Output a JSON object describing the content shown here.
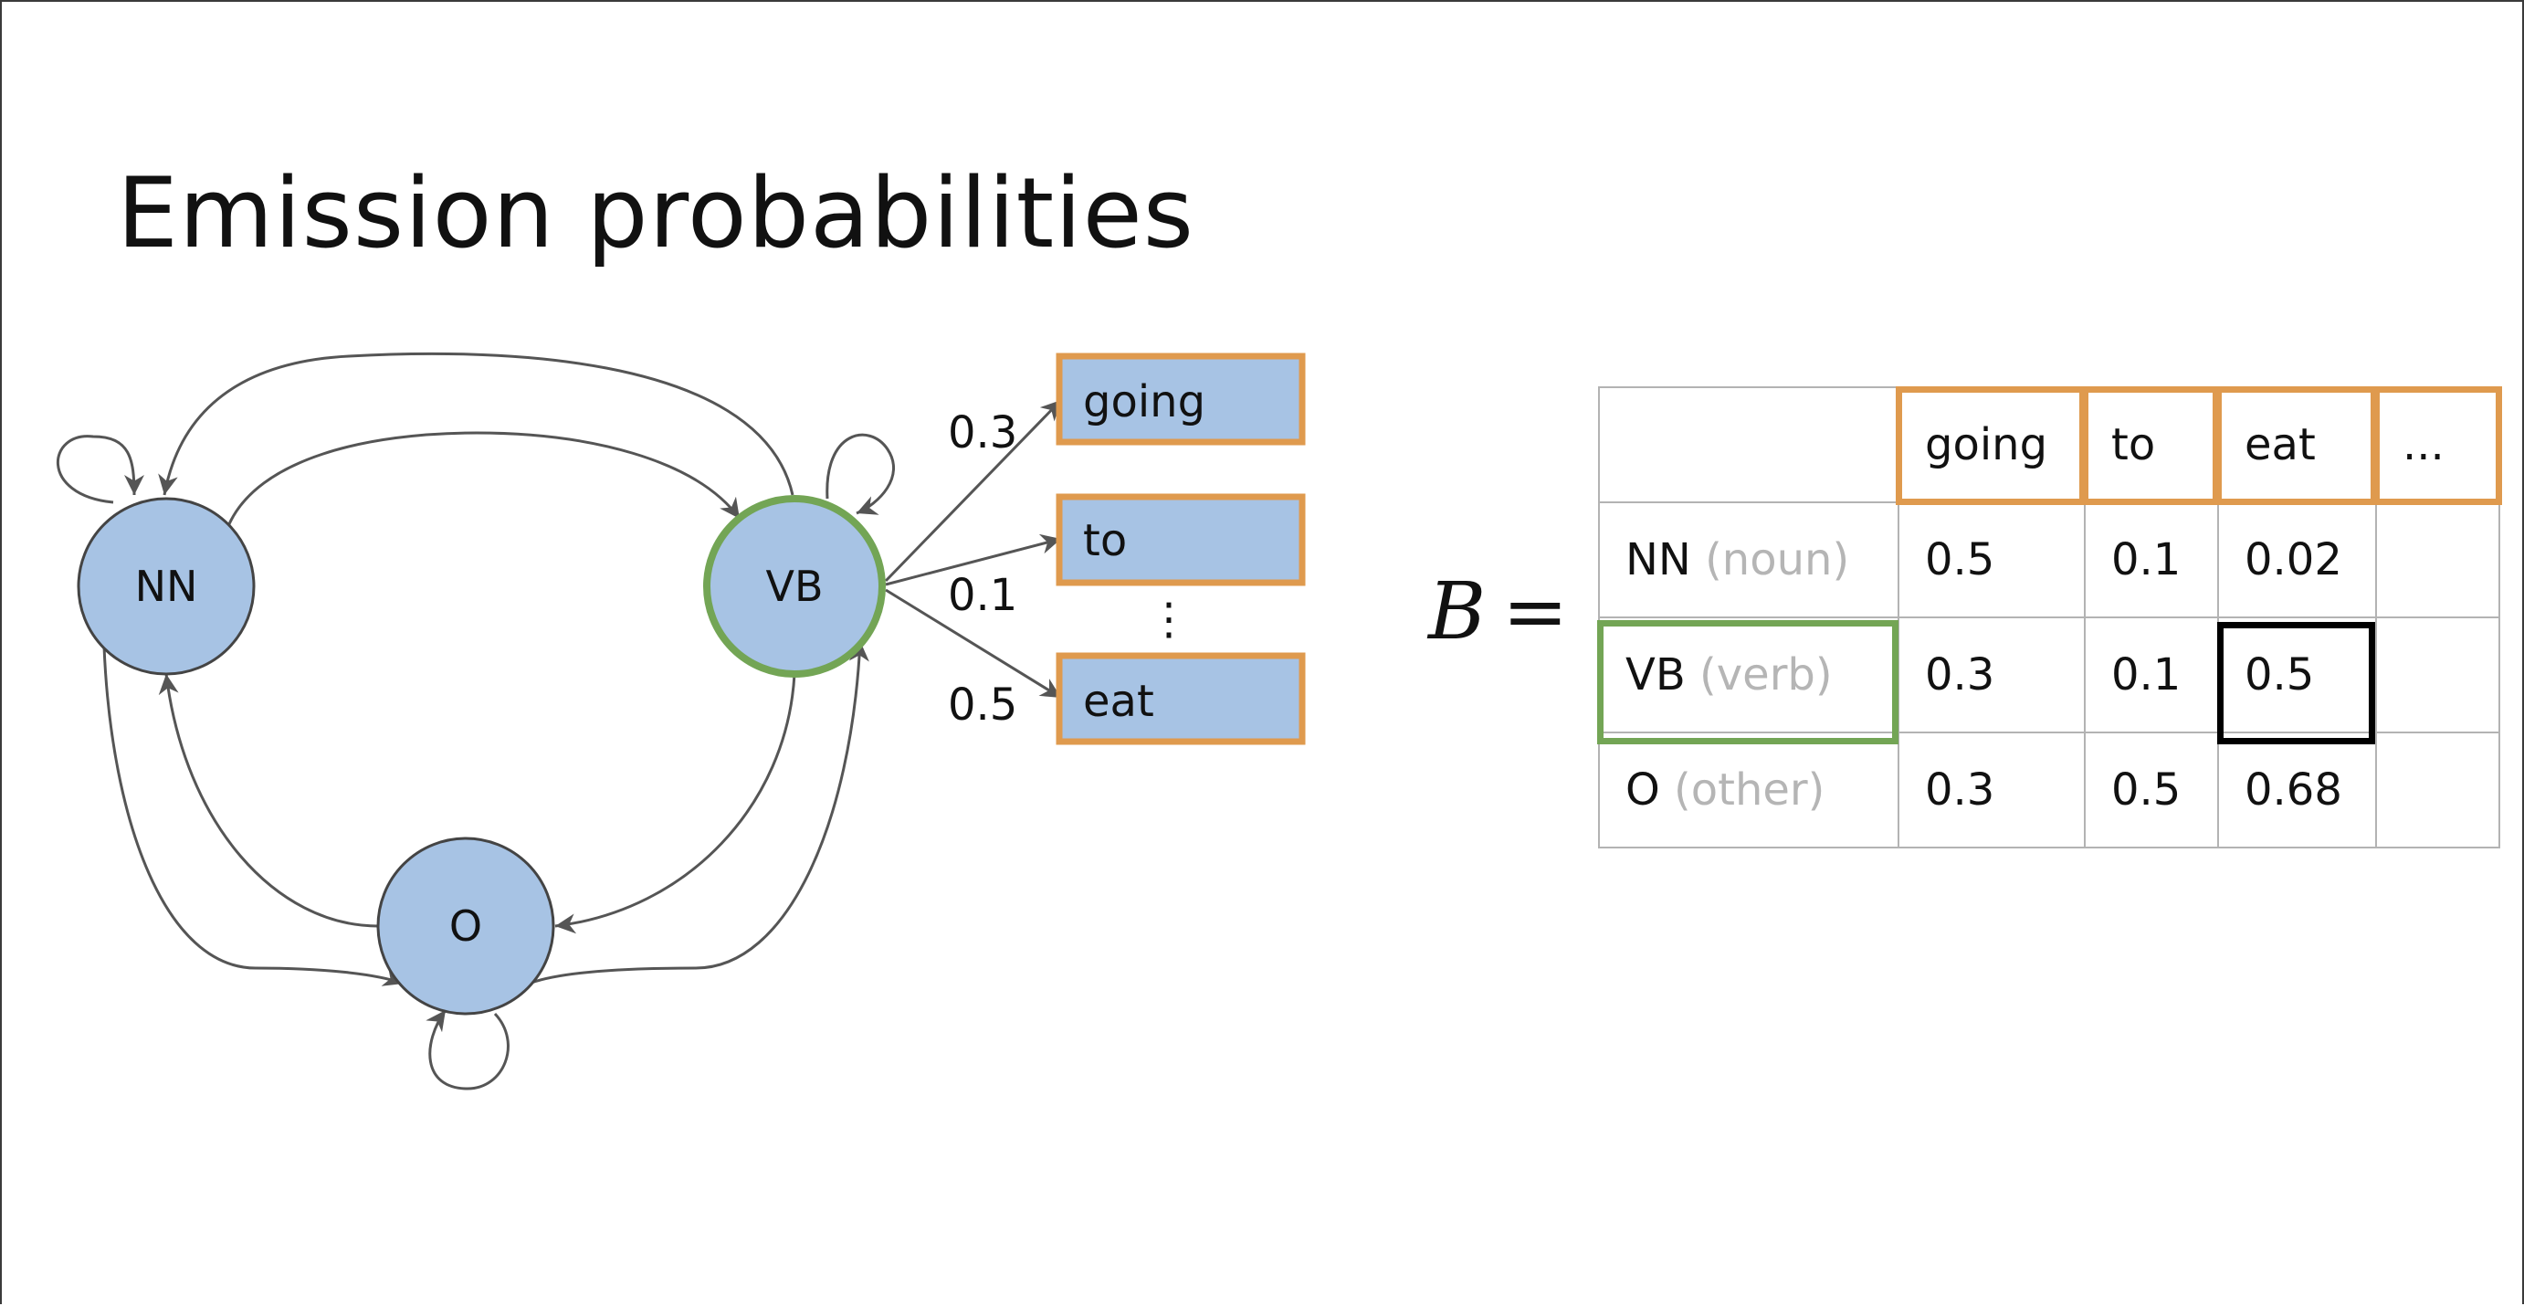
{
  "title": "Emission probabilities",
  "colors": {
    "state_fill": "#a7c3e4",
    "highlight_state": "#73a555",
    "word_border": "#df9a4e",
    "highlight_cell": "#000000",
    "edge": "#555555"
  },
  "states": [
    "NN",
    "VB",
    "O"
  ],
  "highlighted_state": "VB",
  "emissions": [
    {
      "word": "going",
      "prob": "0.3"
    },
    {
      "word": "to",
      "prob": "0.1"
    },
    {
      "word": "eat",
      "prob": "0.5"
    }
  ],
  "ellipsis": "⋮",
  "matrix": {
    "symbol": "B",
    "equals": "=",
    "columns": [
      "going",
      "to",
      "eat",
      "..."
    ],
    "rows": [
      {
        "tag": "NN",
        "desc": "(noun)",
        "values": [
          "0.5",
          "0.1",
          "0.02",
          ""
        ]
      },
      {
        "tag": "VB",
        "desc": "(verb)",
        "values": [
          "0.3",
          "0.1",
          "0.5",
          ""
        ]
      },
      {
        "tag": "O",
        "desc": "(other)",
        "values": [
          "0.3",
          "0.5",
          "0.68",
          ""
        ]
      }
    ],
    "highlighted_row": "VB",
    "highlighted_column": "eat"
  }
}
